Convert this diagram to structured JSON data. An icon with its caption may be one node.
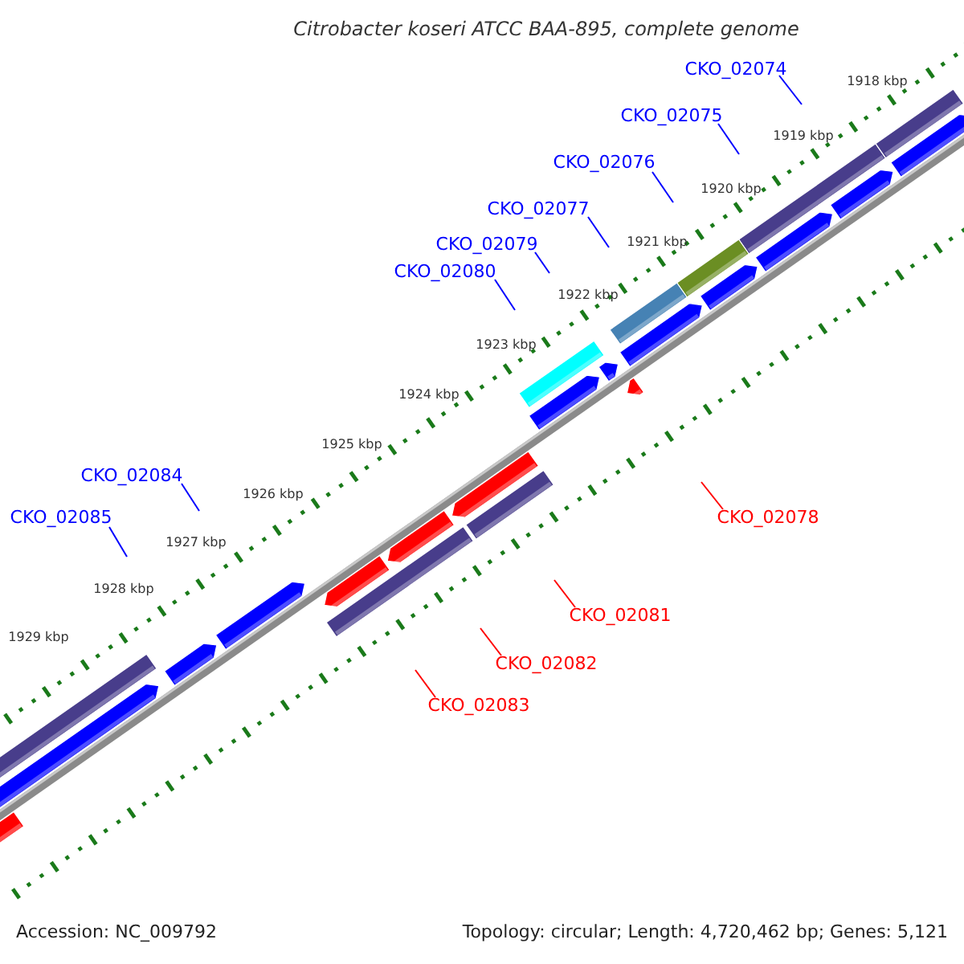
{
  "diagram": {
    "title": "Citrobacter koseri ATCC BAA-895, complete genome",
    "nodes": [
      {
        "text": [
          "CKO_02074"
        ]
      },
      {
        "text": [
          "CKO_02075"
        ]
      },
      {
        "text": [
          "CKO_02076"
        ]
      },
      {
        "text": [
          "CKO_02077"
        ]
      },
      {
        "text": [
          "CKO_02079"
        ]
      },
      {
        "text": [
          "CKO_02080"
        ]
      },
      {
        "text": [
          "CKO_02084"
        ]
      },
      {
        "text": [
          "CKO_02078"
        ]
      },
      {
        "text": [
          "CKO_02085"
        ]
      },
      {
        "text": [
          "CKO_02081"
        ]
      },
      {
        "text": [
          "CKO_02082"
        ]
      },
      {
        "text": [
          "CKO_02083"
        ]
      }
    ],
    "edges": [
      {
        "from": 0,
        "to": null,
        "arrow": "none"
      },
      {
        "from": 1,
        "to": null,
        "arrow": "none"
      },
      {
        "from": 2,
        "to": null,
        "arrow": "none"
      },
      {
        "from": 3,
        "to": null,
        "arrow": "none"
      },
      {
        "from": 4,
        "to": null,
        "arrow": "none"
      },
      {
        "from": 5,
        "to": null,
        "arrow": "none"
      },
      {
        "from": 6,
        "to": null,
        "arrow": "none"
      },
      {
        "from": 7,
        "to": null,
        "arrow": "none",
        "color": "#ff0000"
      },
      {
        "from": 8,
        "to": null,
        "arrow": "none"
      },
      {
        "from": 9,
        "to": null,
        "arrow": "none",
        "color": "#ff0000"
      },
      {
        "from": 10,
        "to": null,
        "arrow": "none",
        "color": "#ff0000"
      },
      {
        "from": 11,
        "to": null,
        "arrow": "none",
        "color": "#ff0000"
      }
    ],
    "labels": [
      "1918 kbp",
      "1919 kbp",
      "1920 kbp",
      "1921 kbp",
      "1922 kbp",
      "1923 kbp",
      "1924 kbp",
      "1925 kbp",
      "1926 kbp",
      "1927 kbp",
      "1928 kbp",
      "1929 kbp",
      "Accession: NC_009792",
      "Topology: circular; Length: 4,720,462 bp; Genes: 5,121"
    ]
  }
}
